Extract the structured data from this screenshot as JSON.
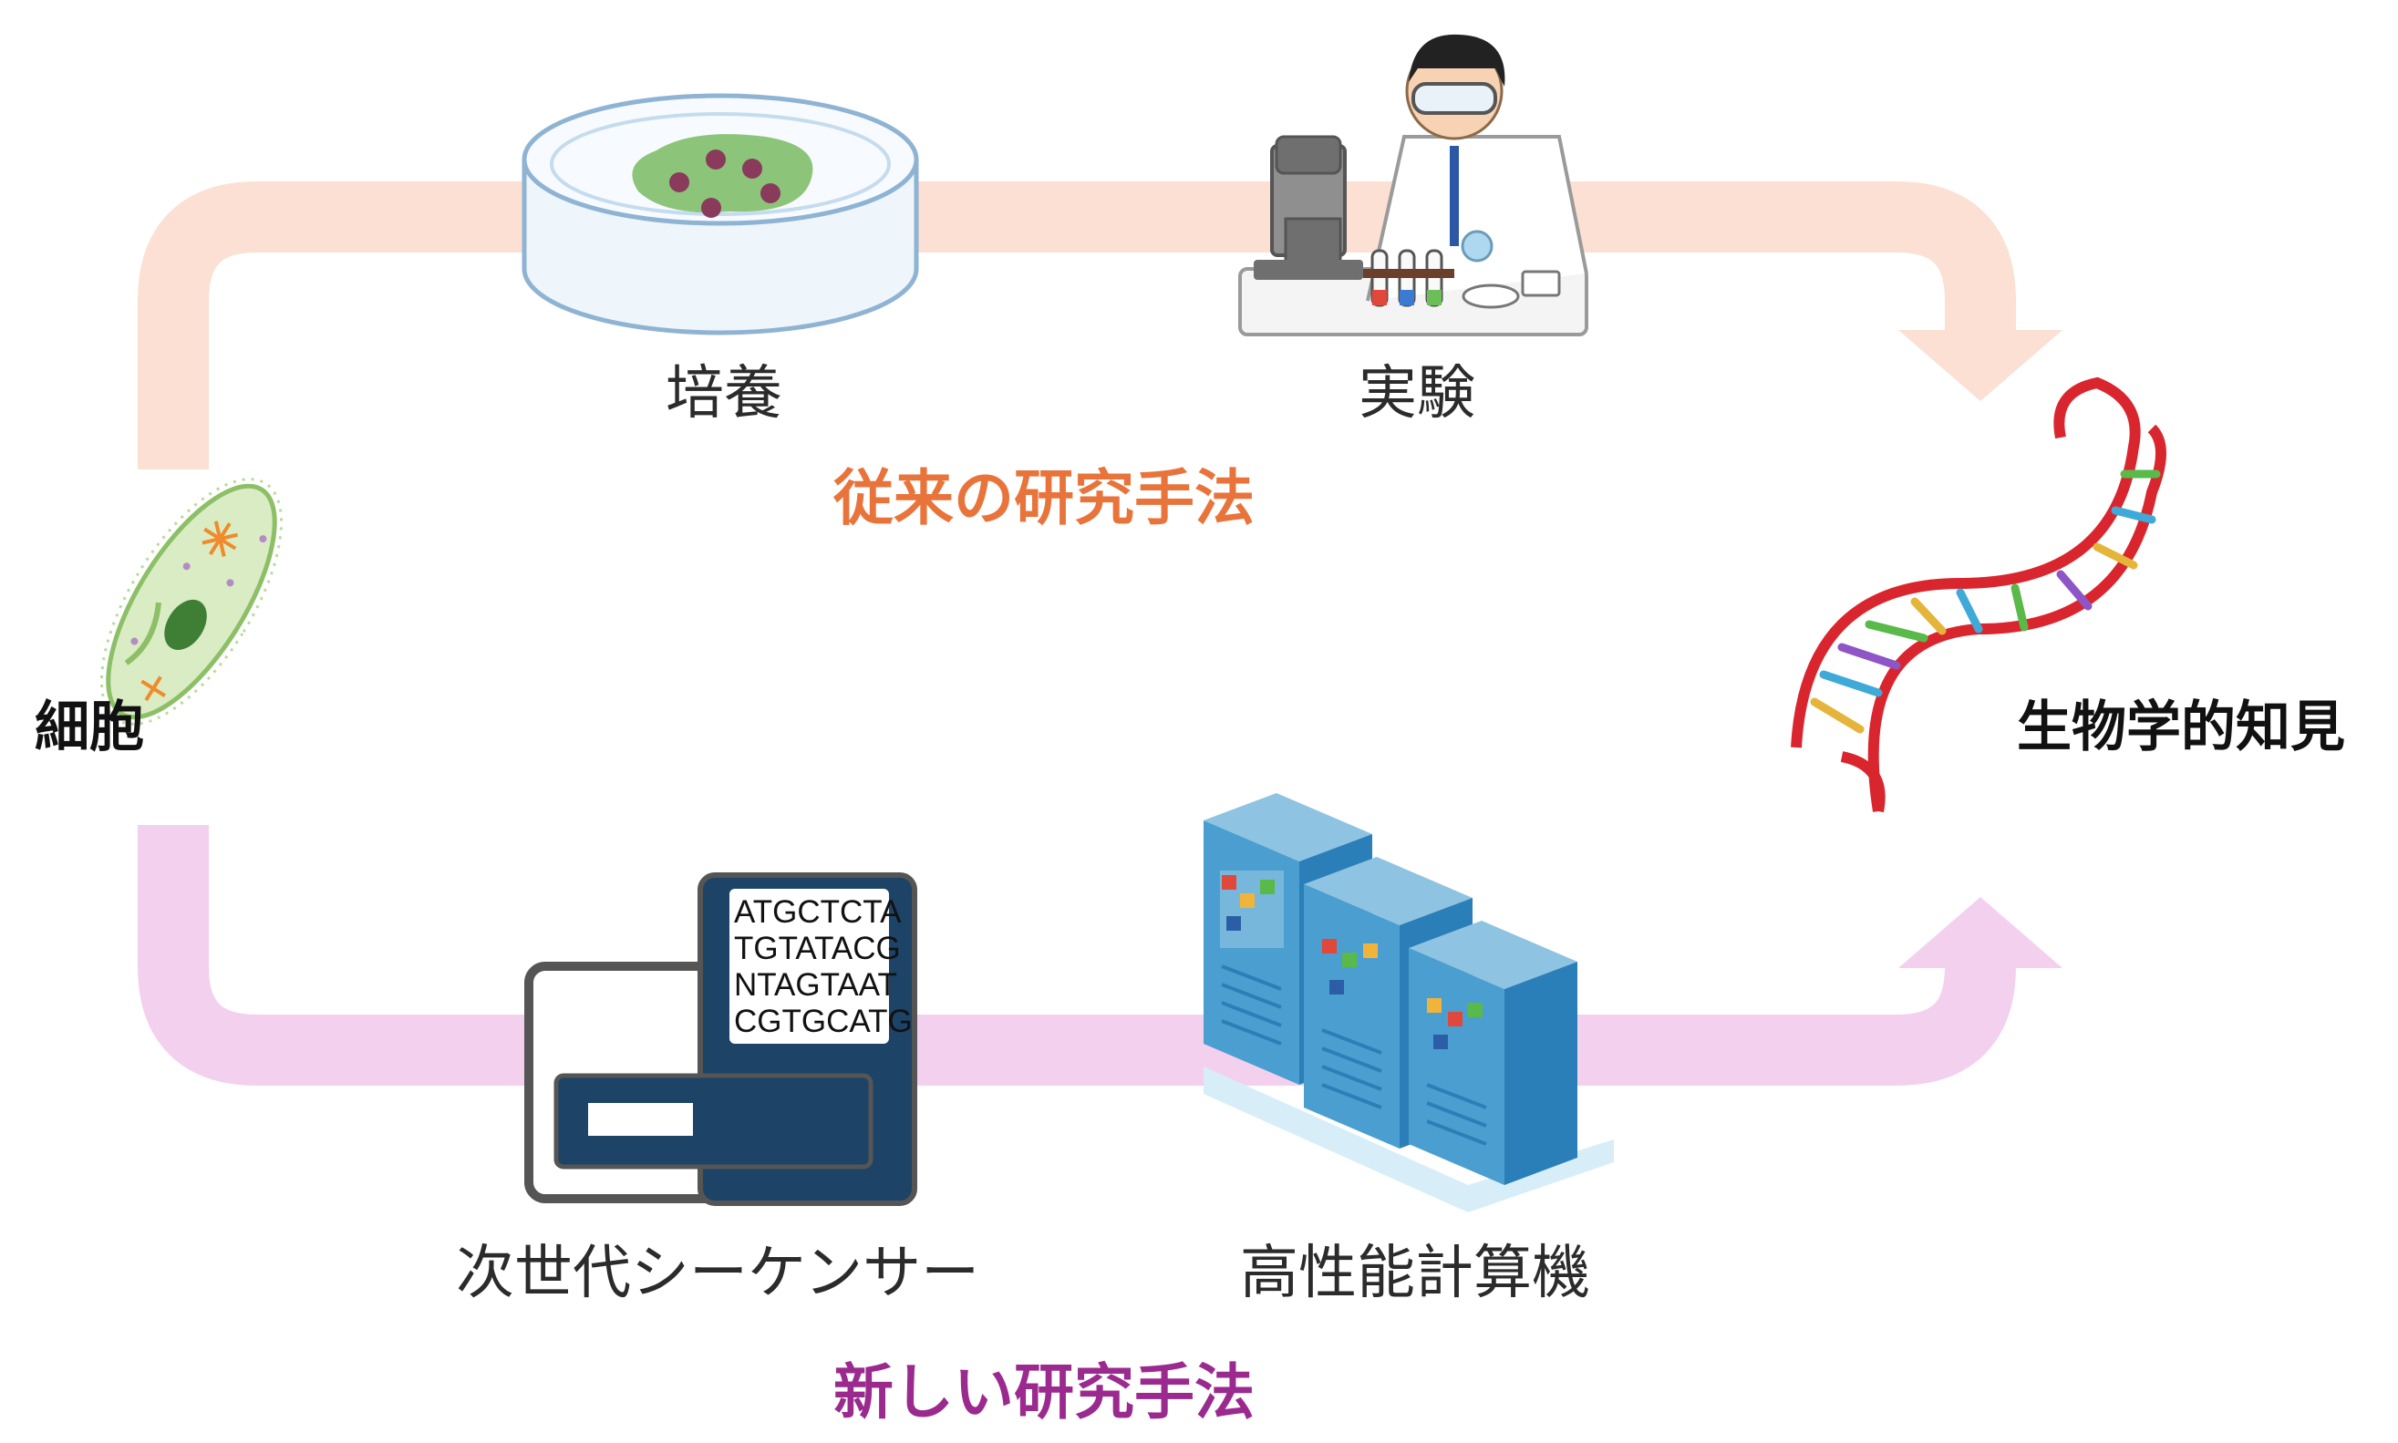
{
  "nodes": {
    "start": "細胞",
    "end": "生物学的知見"
  },
  "conventional": {
    "label": "従来の研究手法",
    "color": "#e8743b",
    "arrow_color": "#fbe0d3",
    "steps": [
      {
        "label": "培養",
        "icon": "petri-dish-icon"
      },
      {
        "label": "実験",
        "icon": "scientist-microscope-icon"
      }
    ]
  },
  "modern": {
    "label": "新しい研究手法",
    "color": "#9b2a8e",
    "arrow_color": "#f3d1ee",
    "steps": [
      {
        "label": "次世代シーケンサー",
        "icon": "sequencer-icon"
      },
      {
        "label": "高性能計算機",
        "icon": "supercomputer-icon"
      }
    ]
  },
  "sequence_display": [
    "ATGCTCTA",
    "TGTATACG",
    "NTAGTAAT",
    "CGTGCATG"
  ],
  "icons": {
    "start": "paramecium-icon",
    "end": "dna-helix-icon"
  }
}
